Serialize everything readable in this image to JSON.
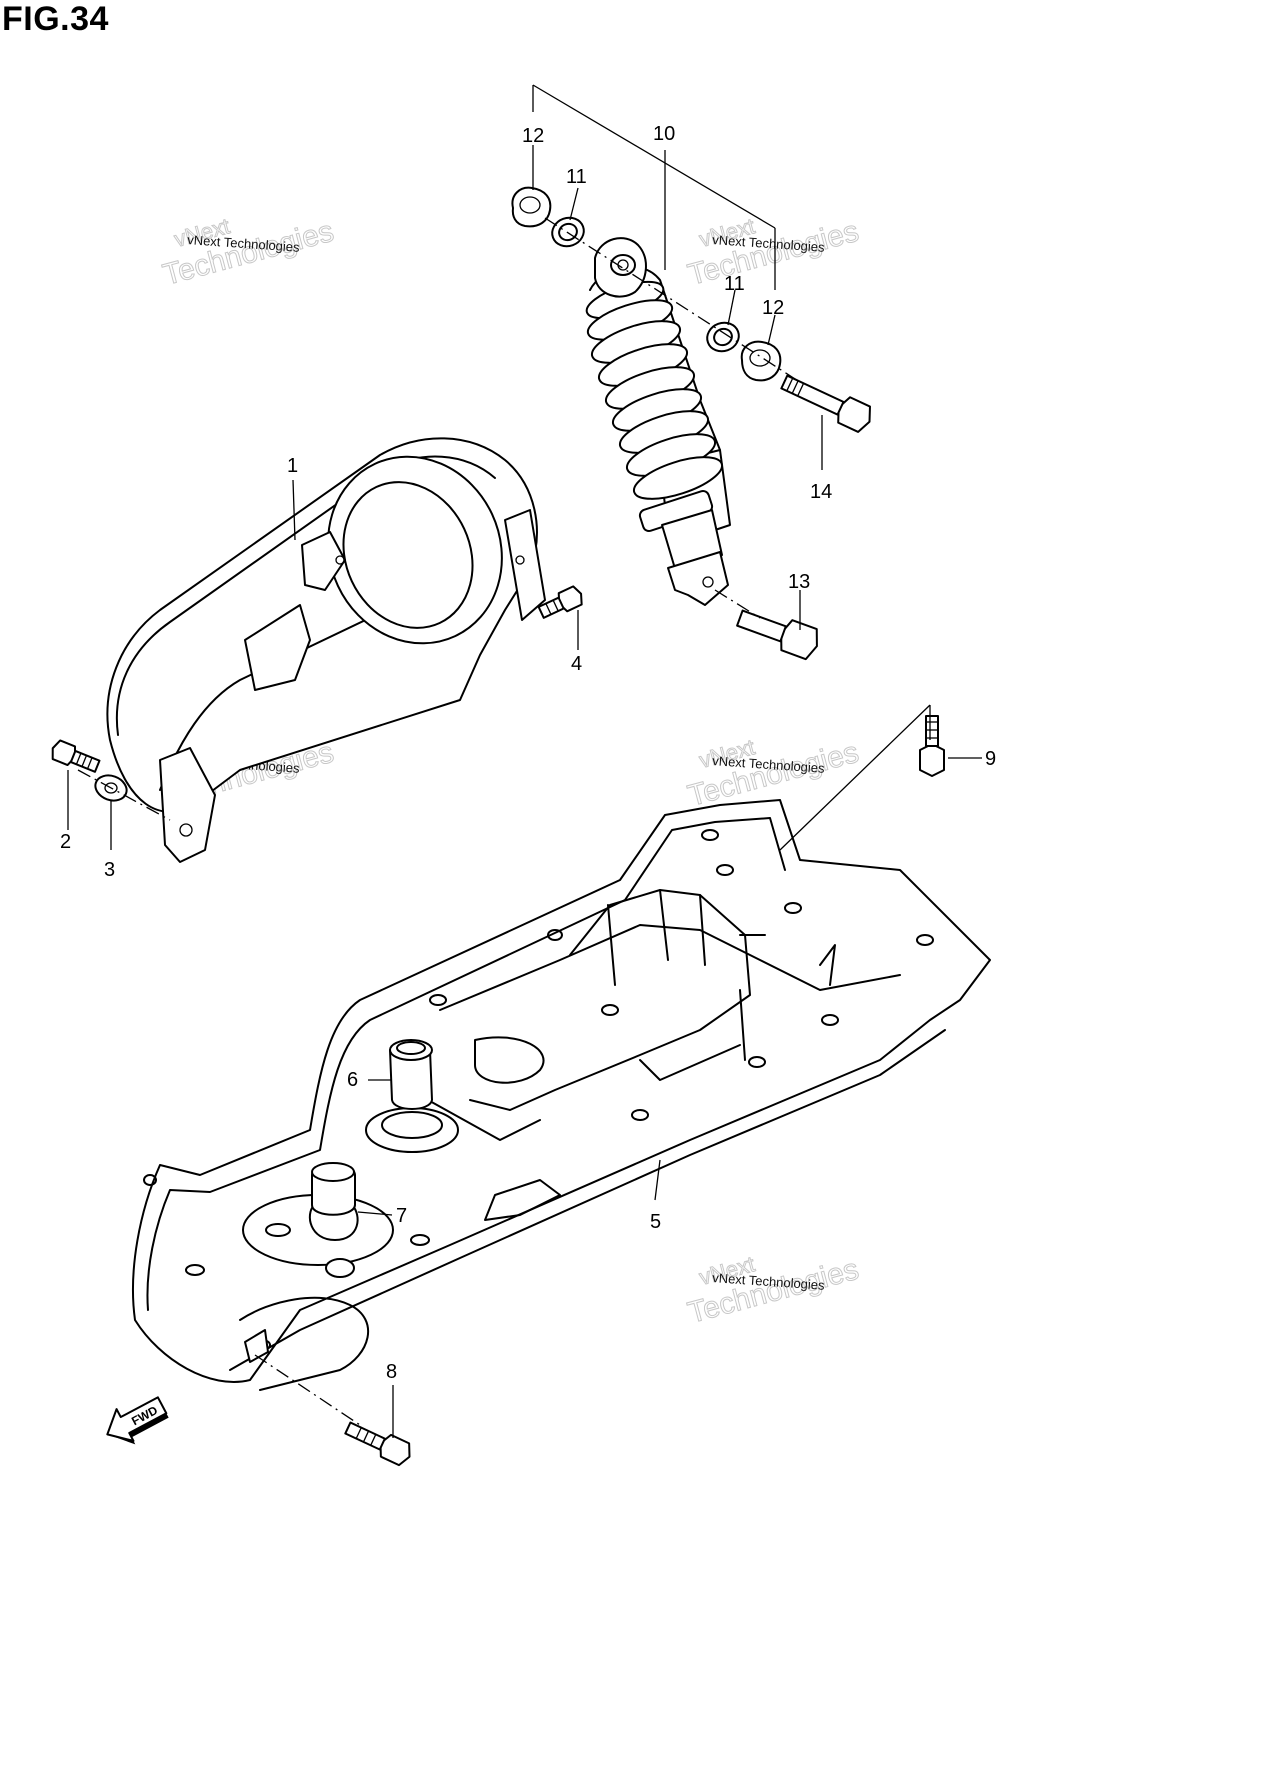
{
  "figure": {
    "title": "FIG.34"
  },
  "watermark": {
    "brand": "vNext",
    "word": "Technologies",
    "caption": "vNext Technologies"
  },
  "fwd_label": "FWD",
  "callouts": [
    {
      "id": "c1",
      "label": "1"
    },
    {
      "id": "c2",
      "label": "2"
    },
    {
      "id": "c3",
      "label": "3"
    },
    {
      "id": "c4",
      "label": "4"
    },
    {
      "id": "c5",
      "label": "5"
    },
    {
      "id": "c6",
      "label": "6"
    },
    {
      "id": "c7",
      "label": "7"
    },
    {
      "id": "c8",
      "label": "8"
    },
    {
      "id": "c9",
      "label": "9"
    },
    {
      "id": "c10",
      "label": "10"
    },
    {
      "id": "c11a",
      "label": "11"
    },
    {
      "id": "c11b",
      "label": "11"
    },
    {
      "id": "c12a",
      "label": "12"
    },
    {
      "id": "c12b",
      "label": "12"
    },
    {
      "id": "c13",
      "label": "13"
    },
    {
      "id": "c14",
      "label": "14"
    }
  ]
}
